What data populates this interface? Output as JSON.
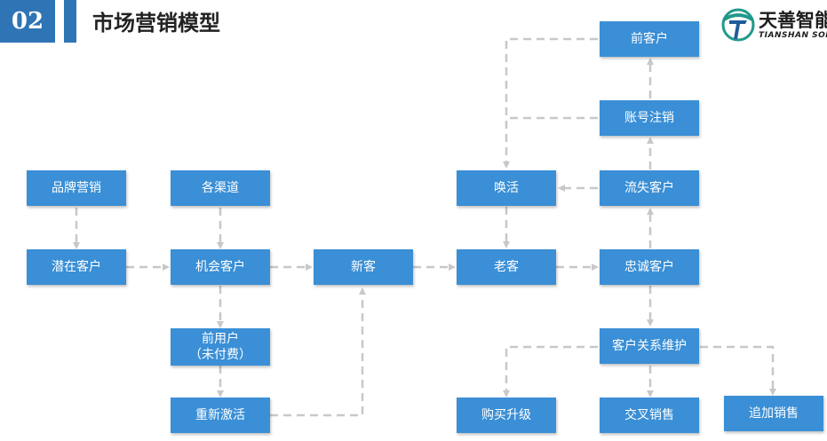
{
  "header": {
    "section_number": "02",
    "title": "市场营销模型"
  },
  "logo": {
    "name_cn": "天善智能",
    "name_en": "TIANSHAN SOFT"
  },
  "colors": {
    "header_accent": "#2f74b5",
    "node_fill": "#3a8fd6",
    "connector": "#c8c8c8"
  },
  "nodes": {
    "brand_marketing": "品牌营销",
    "channels": "各渠道",
    "potential_customer": "潜在客户",
    "opportunity_customer": "机会客户",
    "new_customer": "新客",
    "old_customer": "老客",
    "loyal_customer": "忠诚客户",
    "reactivate": "唤活",
    "churned_customer": "流失客户",
    "account_cancel": "账号注销",
    "former_customer": "前客户",
    "prior_user": "前用户\n（未付费）",
    "reactivation": "重新激活",
    "relationship_maintenance": "客户关系维护",
    "purchase_upgrade": "购买升级",
    "cross_sell": "交叉销售",
    "upsell": "追加销售"
  }
}
